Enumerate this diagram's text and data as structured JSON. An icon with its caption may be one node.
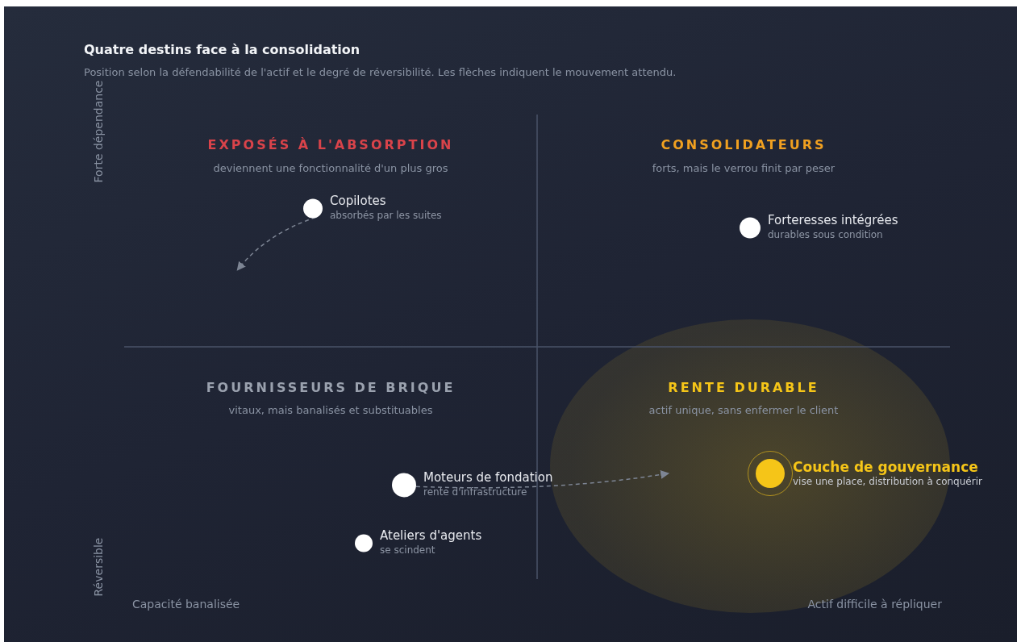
{
  "diagram": {
    "title": "Quatre destins face à la consolidation",
    "nodes": [
      {
        "text": [
          "Copilotes",
          "absorbés par les suites"
        ]
      },
      {
        "text": [
          "Forteresses intégrées",
          "durables sous condition"
        ]
      },
      {
        "text": [
          "Moteurs de fondation",
          "rente d'infrastructure"
        ]
      },
      {
        "text": [
          "Ateliers d'agents",
          "se scindent"
        ]
      },
      {
        "text": [
          "Couche de gouvernance",
          "vise une place, distribution à conquérir"
        ]
      }
    ],
    "edges": [
      {
        "from": 0,
        "to": null,
        "arrow": "to",
        "style": "dashed"
      },
      {
        "from": 2,
        "to": null,
        "arrow": "to",
        "style": "dashed"
      }
    ],
    "labels": [
      "Position selon la défendabilité de l'actif et le degré de réversibilité. Les flèches indiquent le mouvement attendu.",
      "Forte dépendance",
      "EXPOSÉS À L'ABSORPTION",
      "deviennent une fonctionnalité d'un plus gros",
      "CONSOLIDATEURS",
      "forts, mais le verrou finit par peser",
      "FOURNISSEURS DE BRIQUE",
      "vitaux, mais banalisés et substituables",
      "RENTE DURABLE",
      "actif unique, sans enfermer le client",
      "Réversible",
      "Capacité banalisée",
      "Actif difficile à répliquer"
    ]
  }
}
